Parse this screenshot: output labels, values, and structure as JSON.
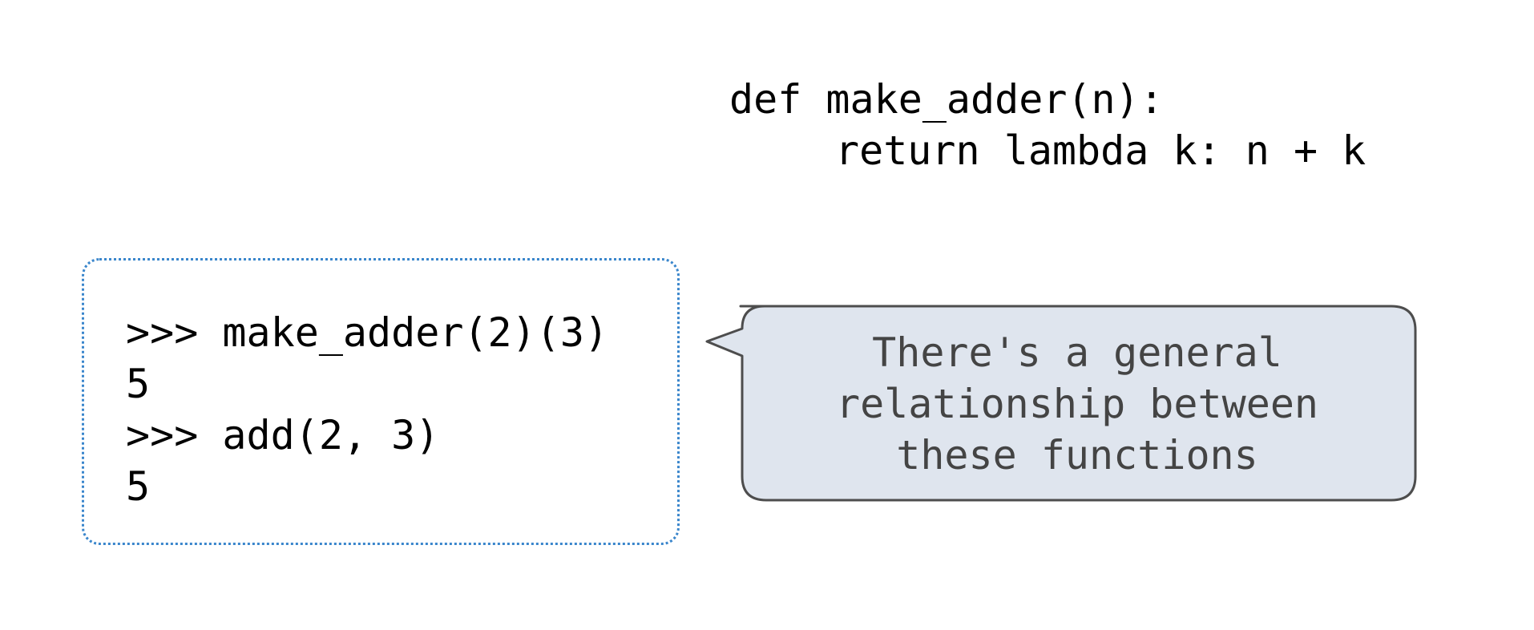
{
  "definition": {
    "lines": [
      "def make_adder(n):",
      "return lambda k: n + k"
    ]
  },
  "session": {
    "lines": [
      ">>> make_adder(2)(3)",
      "5",
      ">>> add(2, 3)",
      "5"
    ]
  },
  "callout": {
    "lines": [
      "There's a general",
      "relationship between",
      "these functions"
    ]
  },
  "colors": {
    "session_border": "#3a86cc",
    "callout_fill": "#dfe5ee",
    "callout_border": "#4d4d4d",
    "callout_text": "#444444",
    "code_text": "#000000"
  }
}
